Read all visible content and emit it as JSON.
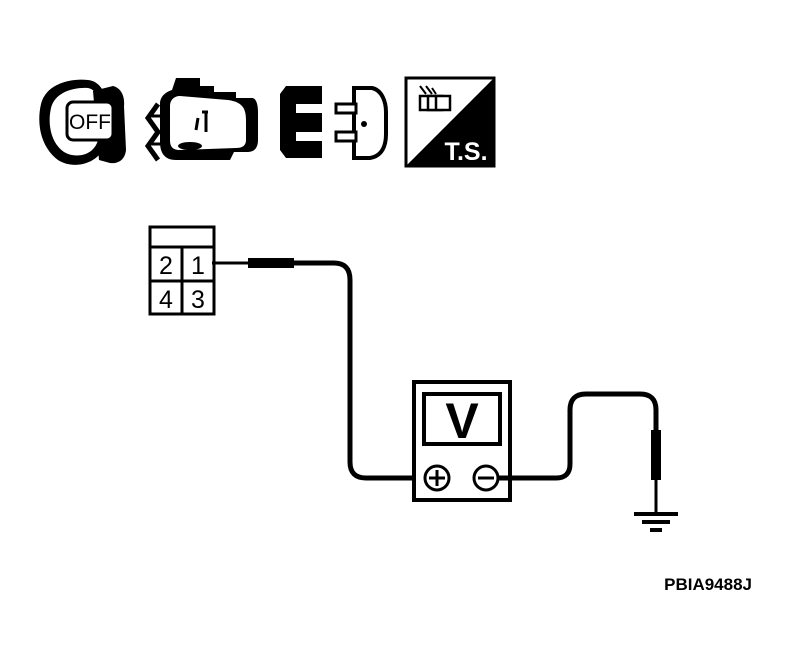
{
  "icons": {
    "ignition_label": "OFF",
    "service_label": "T.S."
  },
  "connector": {
    "pins": [
      "2",
      "1",
      "4",
      "3"
    ]
  },
  "meter": {
    "label": "V"
  },
  "reference": "PBIA9488J",
  "colors": {
    "line": "#000000",
    "background": "#ffffff"
  }
}
